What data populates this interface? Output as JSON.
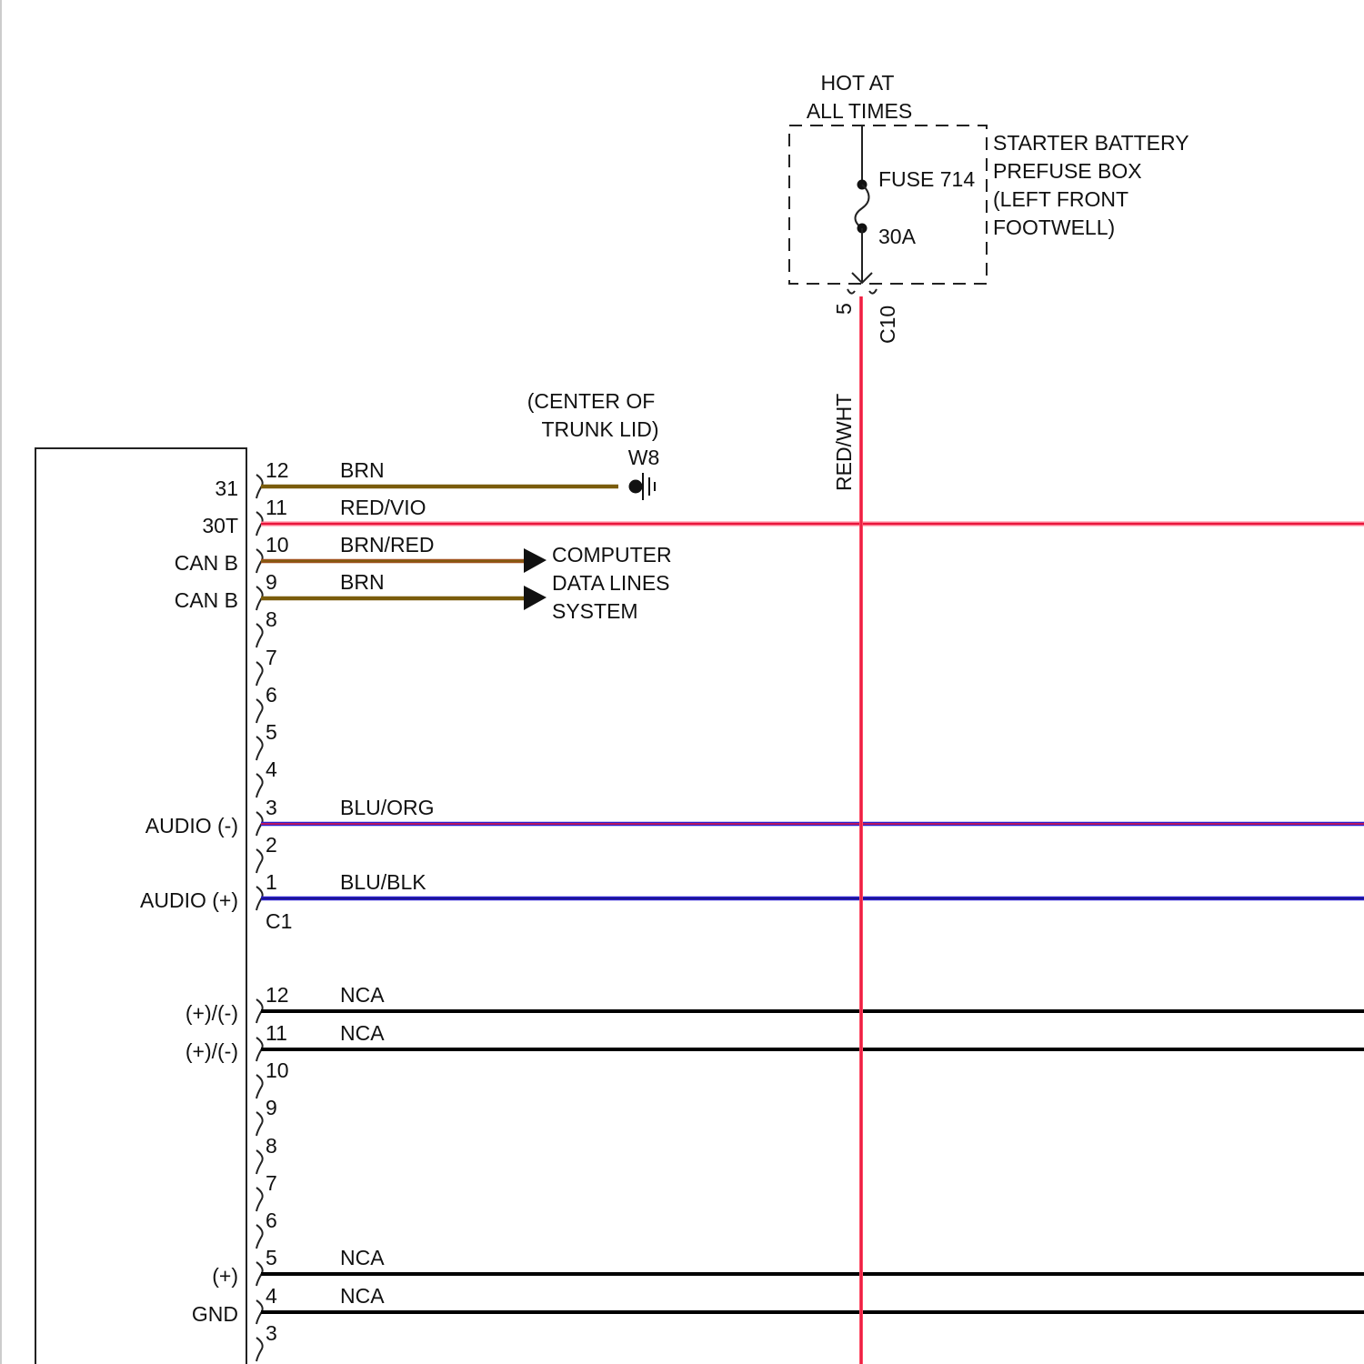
{
  "power_source": {
    "hot_at_line1": "HOT AT",
    "hot_at_line2": "ALL TIMES",
    "fuse_label": "FUSE 714",
    "fuse_rating": "30A",
    "box_line1": "STARTER BATTERY",
    "box_line2": "PREFUSE BOX",
    "box_line3": "(LEFT FRONT",
    "box_line4": "FOOTWELL)",
    "connector_pin": "5",
    "connector_id": "C10",
    "wire_color": "RED/WHT"
  },
  "ground": {
    "location_line1": "(CENTER OF",
    "location_line2": "TRUNK LID)",
    "id": "W8"
  },
  "destination": {
    "line1": "COMPUTER",
    "line2": "DATA LINES",
    "line3": "SYSTEM"
  },
  "connector_c1": {
    "id": "C1",
    "pins": [
      {
        "pin": "12",
        "function": "31",
        "wire": "BRN"
      },
      {
        "pin": "11",
        "function": "30T",
        "wire": "RED/VIO"
      },
      {
        "pin": "10",
        "function": "CAN B",
        "wire": "BRN/RED"
      },
      {
        "pin": "9",
        "function": "CAN B",
        "wire": "BRN"
      },
      {
        "pin": "8"
      },
      {
        "pin": "7"
      },
      {
        "pin": "6"
      },
      {
        "pin": "5"
      },
      {
        "pin": "4"
      },
      {
        "pin": "3",
        "function": "AUDIO (-)",
        "wire": "BLU/ORG"
      },
      {
        "pin": "2"
      },
      {
        "pin": "1",
        "function": "AUDIO (+)",
        "wire": "BLU/BLK"
      }
    ]
  },
  "connector_2": {
    "pins": [
      {
        "pin": "12",
        "function": "(+)/(-)",
        "wire": "NCA"
      },
      {
        "pin": "11",
        "function": "(+)/(-)",
        "wire": "NCA"
      },
      {
        "pin": "10"
      },
      {
        "pin": "9"
      },
      {
        "pin": "8"
      },
      {
        "pin": "7"
      },
      {
        "pin": "6"
      },
      {
        "pin": "5",
        "function": "(+)",
        "wire": "NCA"
      },
      {
        "pin": "4",
        "function": "GND",
        "wire": "NCA"
      },
      {
        "pin": "3"
      }
    ]
  },
  "colors": {
    "brn": "#7a5c0c",
    "brn_red": "#a0521e",
    "red": "#e8163c",
    "blu": "#2a1fd0",
    "black": "#000000"
  }
}
